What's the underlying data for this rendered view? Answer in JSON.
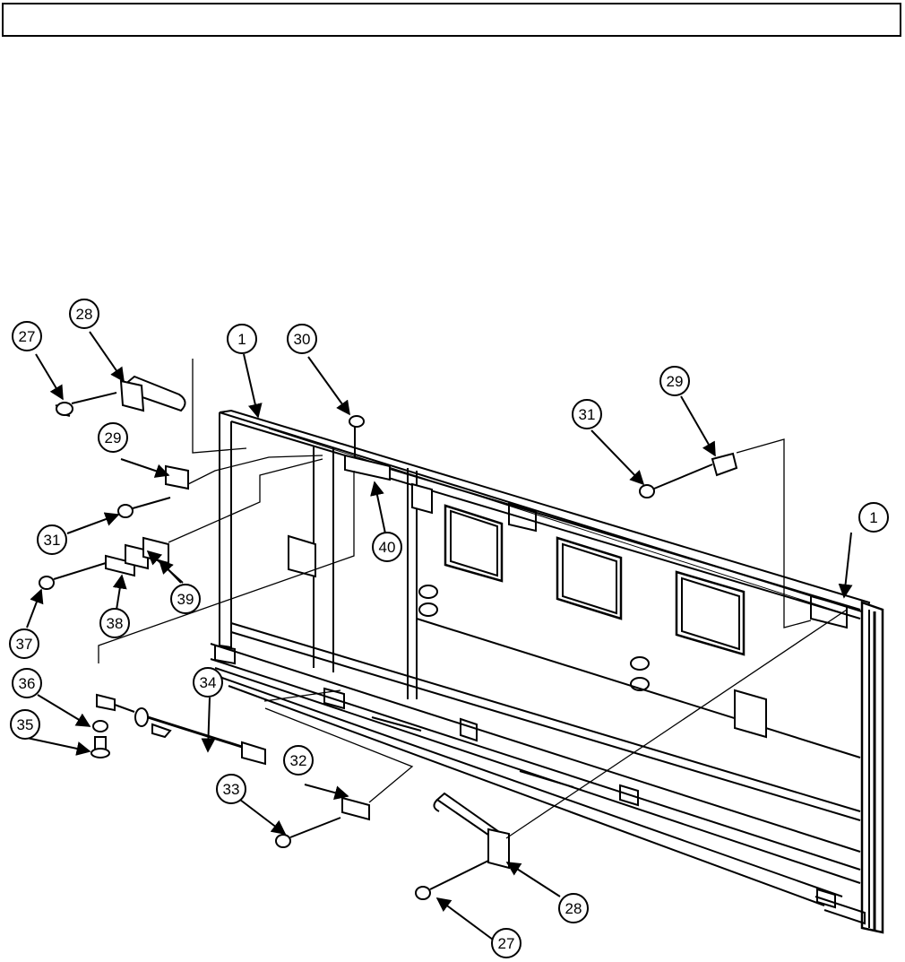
{
  "header": {
    "text": ""
  },
  "diagram": {
    "callouts": [
      {
        "id": "c27a",
        "label": "27"
      },
      {
        "id": "c28a",
        "label": "28"
      },
      {
        "id": "c1a",
        "label": "1"
      },
      {
        "id": "c30",
        "label": "30"
      },
      {
        "id": "c29b",
        "label": "29"
      },
      {
        "id": "c31b",
        "label": "31"
      },
      {
        "id": "c29a",
        "label": "29"
      },
      {
        "id": "c1b",
        "label": "1"
      },
      {
        "id": "c31a",
        "label": "31"
      },
      {
        "id": "c40",
        "label": "40"
      },
      {
        "id": "c39",
        "label": "39"
      },
      {
        "id": "c38",
        "label": "38"
      },
      {
        "id": "c37",
        "label": "37"
      },
      {
        "id": "c36",
        "label": "36"
      },
      {
        "id": "c34",
        "label": "34"
      },
      {
        "id": "c35",
        "label": "35"
      },
      {
        "id": "c32",
        "label": "32"
      },
      {
        "id": "c33",
        "label": "33"
      },
      {
        "id": "c28b",
        "label": "28"
      },
      {
        "id": "c27b",
        "label": "27"
      }
    ]
  }
}
